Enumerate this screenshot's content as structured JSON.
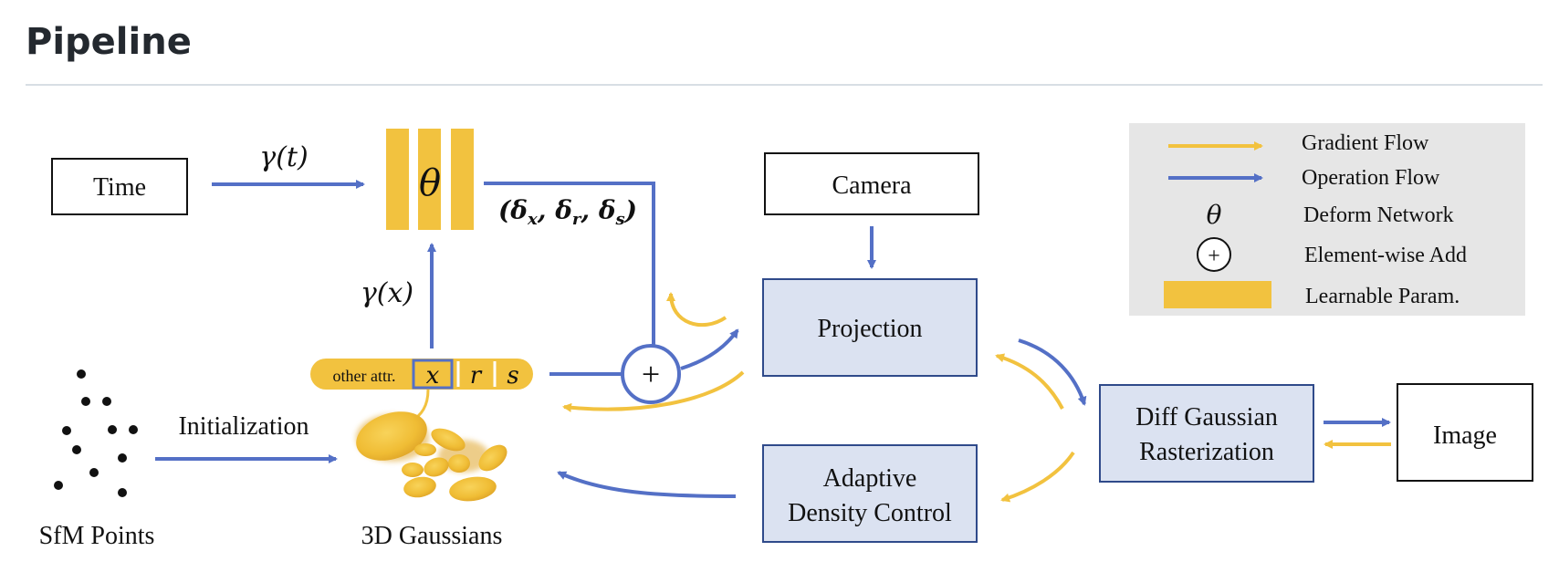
{
  "heading": "Pipeline",
  "colors": {
    "operation_flow": "#5470c6",
    "gradient_flow": "#f2c23f",
    "box_fill_light": "#dbe2f1",
    "box_border": "#2f4a8a",
    "legend_bg": "#e6e6e6",
    "text": "#111111"
  },
  "nodes": {
    "time": "Time",
    "camera": "Camera",
    "projection": "Projection",
    "adaptive_line1": "Adaptive",
    "adaptive_line2": "Density Control",
    "rasterization_line1": "Diff Gaussian",
    "rasterization_line2": "Rasterization",
    "image": "Image",
    "sfm_points": "SfM Points",
    "gaussians": "3D Gaussians"
  },
  "labels": {
    "gamma_t": "γ(t)",
    "gamma_x": "γ(x)",
    "theta": "θ",
    "deltas": "(δx, δr, δs)",
    "initialization": "Initialization",
    "plus": "+"
  },
  "attributes": {
    "other": "other attr.",
    "x": "x",
    "r": "r",
    "s": "s"
  },
  "legend": {
    "gradient_flow": "Gradient Flow",
    "operation_flow": "Operation Flow",
    "theta_symbol": "θ",
    "deform_network": "Deform Network",
    "plus_symbol": "+",
    "element_wise_add": "Element-wise Add",
    "learnable_param": "Learnable Param."
  }
}
